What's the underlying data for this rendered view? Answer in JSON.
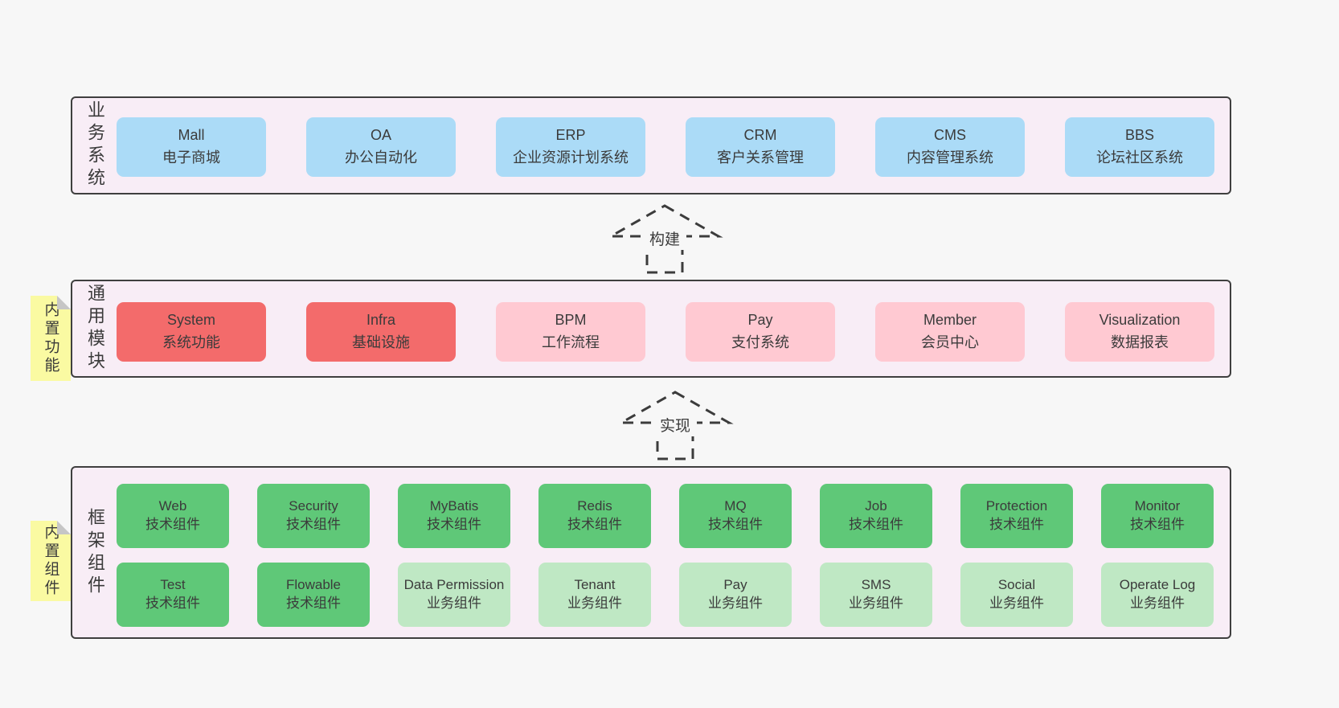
{
  "colors": {
    "page_bg": "#f7f7f7",
    "band_bg": "#f8edf6",
    "band_border": "#3f3f3f",
    "blue": "#abdbf7",
    "red": "#f36b6b",
    "pink": "#ffc9d2",
    "green": "#5fc878",
    "light_green": "#bfe8c4",
    "note_bg": "#fafaa2",
    "text": "#3b3b3b"
  },
  "bands": {
    "business": {
      "label": "业务系统",
      "items": [
        {
          "en": "Mall",
          "zh": "电子商城"
        },
        {
          "en": "OA",
          "zh": "办公自动化"
        },
        {
          "en": "ERP",
          "zh": "企业资源计划系统"
        },
        {
          "en": "CRM",
          "zh": "客户关系管理"
        },
        {
          "en": "CMS",
          "zh": "内容管理系统"
        },
        {
          "en": "BBS",
          "zh": "论坛社区系统"
        }
      ]
    },
    "modules": {
      "label": "通用模块",
      "note": "内置功能",
      "items": [
        {
          "en": "System",
          "zh": "系统功能",
          "variant": "red"
        },
        {
          "en": "Infra",
          "zh": "基础设施",
          "variant": "red"
        },
        {
          "en": "BPM",
          "zh": "工作流程",
          "variant": "pink"
        },
        {
          "en": "Pay",
          "zh": "支付系统",
          "variant": "pink"
        },
        {
          "en": "Member",
          "zh": "会员中心",
          "variant": "pink"
        },
        {
          "en": "Visualization",
          "zh": "数据报表",
          "variant": "pink"
        }
      ]
    },
    "components": {
      "label": "框架组件",
      "note": "内置组件",
      "row1": [
        {
          "en": "Web",
          "zh": "技术组件",
          "variant": "green"
        },
        {
          "en": "Security",
          "zh": "技术组件",
          "variant": "green"
        },
        {
          "en": "MyBatis",
          "zh": "技术组件",
          "variant": "green"
        },
        {
          "en": "Redis",
          "zh": "技术组件",
          "variant": "green"
        },
        {
          "en": "MQ",
          "zh": "技术组件",
          "variant": "green"
        },
        {
          "en": "Job",
          "zh": "技术组件",
          "variant": "green"
        },
        {
          "en": "Protection",
          "zh": "技术组件",
          "variant": "green"
        },
        {
          "en": "Monitor",
          "zh": "技术组件",
          "variant": "green"
        }
      ],
      "row2": [
        {
          "en": "Test",
          "zh": "技术组件",
          "variant": "green"
        },
        {
          "en": "Flowable",
          "zh": "技术组件",
          "variant": "green"
        },
        {
          "en": "Data Permission",
          "zh": "业务组件",
          "variant": "lightgreen"
        },
        {
          "en": "Tenant",
          "zh": "业务组件",
          "variant": "lightgreen"
        },
        {
          "en": "Pay",
          "zh": "业务组件",
          "variant": "lightgreen"
        },
        {
          "en": "SMS",
          "zh": "业务组件",
          "variant": "lightgreen"
        },
        {
          "en": "Social",
          "zh": "业务组件",
          "variant": "lightgreen"
        },
        {
          "en": "Operate Log",
          "zh": "业务组件",
          "variant": "lightgreen"
        }
      ]
    }
  },
  "arrows": [
    {
      "label": "构建"
    },
    {
      "label": "实现"
    }
  ]
}
